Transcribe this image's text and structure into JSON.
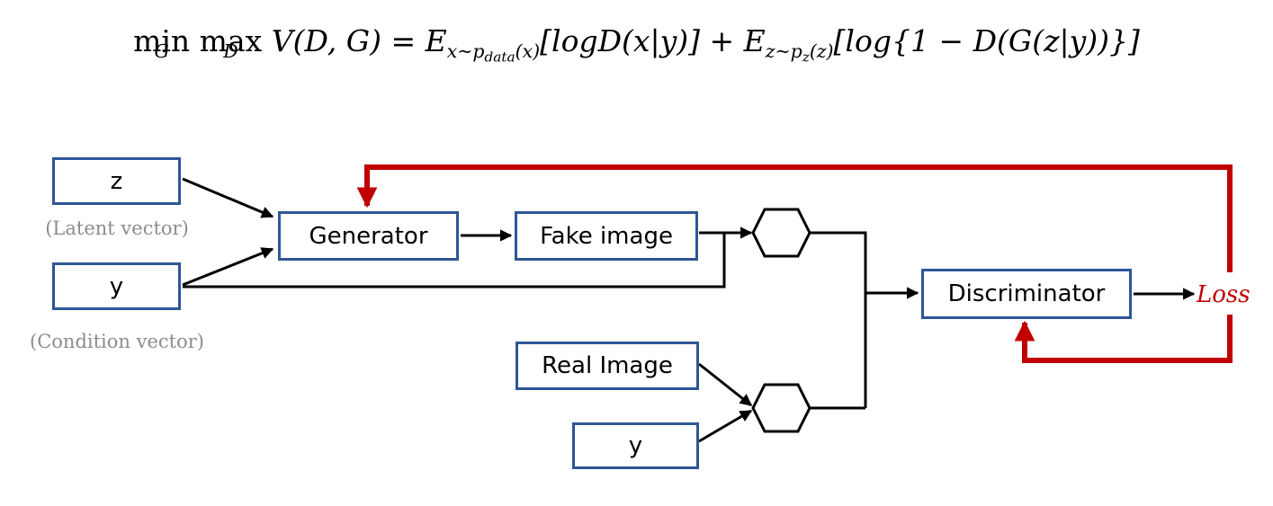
{
  "formula": {
    "min": "min",
    "min_sub": "G",
    "max": "max",
    "max_sub": "D",
    "v_expr": "V(D, G) = E",
    "e1_sub_a": "x~p",
    "e1_sub_b": "data",
    "e1_sub_c": "(x)",
    "term1": "[logD(x|y)] + E",
    "e2_sub_a": "z~p",
    "e2_sub_b": "z",
    "e2_sub_c": "(z)",
    "term2": "[log{1 − D(G(z|y))}]"
  },
  "nodes": {
    "z": "z",
    "latent_note": "(Latent vector)",
    "y_top": "y",
    "condition_note": "(Condition vector)",
    "generator": "Generator",
    "fake_image": "Fake image",
    "real_image": "Real Image",
    "y_bottom": "y",
    "discriminator": "Discriminator",
    "loss": "Loss"
  },
  "colors": {
    "box_border": "#2f5597",
    "feedback": "#c00000",
    "note_text": "#8c8c8c"
  }
}
